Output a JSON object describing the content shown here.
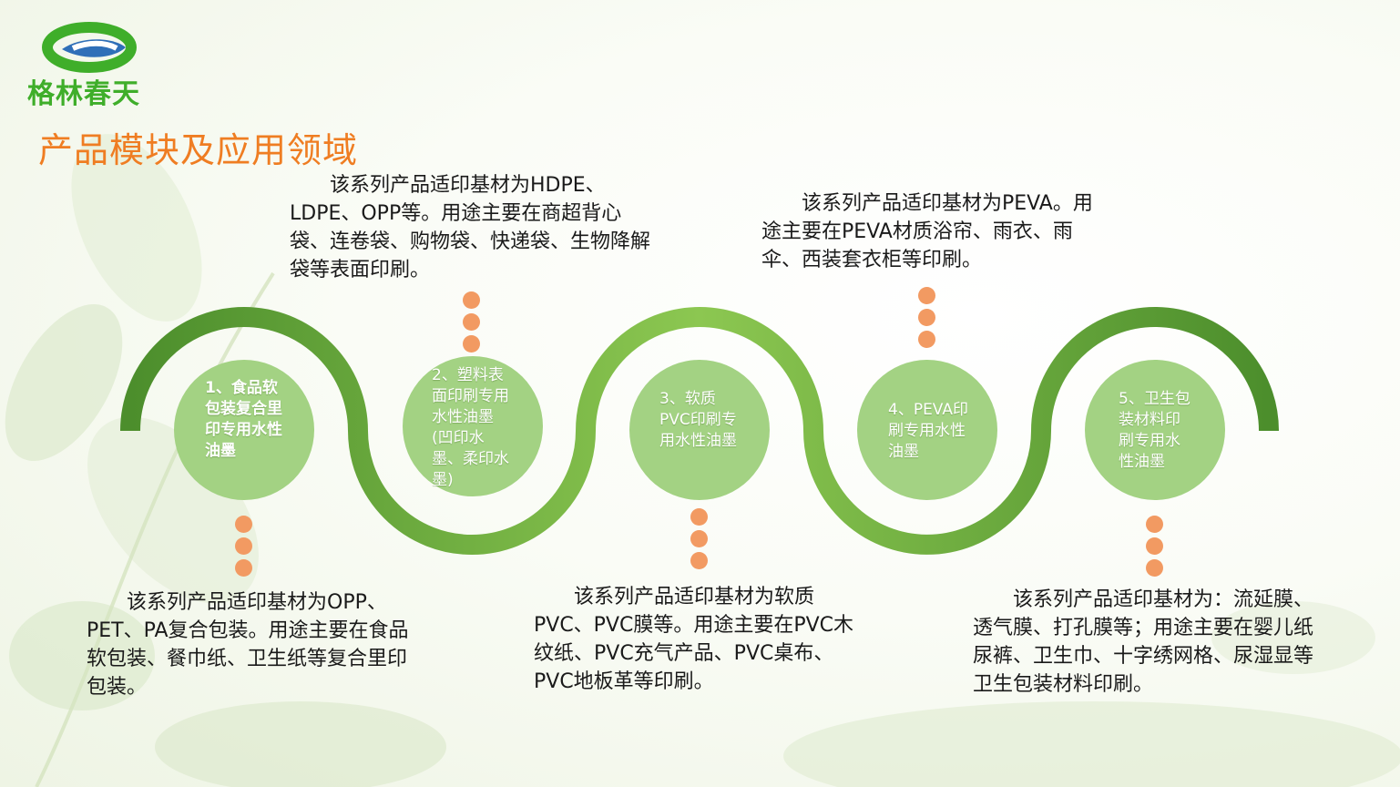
{
  "brand": {
    "name": "格林春天"
  },
  "page": {
    "title": "产品模块及应用领域"
  },
  "colors": {
    "wave_dark": "#4c8e2c",
    "wave_light": "#8cc751",
    "circle": "#a3d283",
    "dot": "#f29a62",
    "title": "#ef7d22",
    "logo_green": "#3fae2a",
    "logo_blue": "#2f6fb8"
  },
  "modules": [
    {
      "label": "1、食品软包装复合里印专用水性油墨",
      "description": "该系列产品适印基材为OPP、PET、PA复合包装。用途主要在食品软包装、餐巾纸、卫生纸等复合里印包装。"
    },
    {
      "label": "2、塑料表面印刷专用水性油墨(凹印水墨、柔印水墨)",
      "description": "该系列产品适印基材为HDPE、LDPE、OPP等。用途主要在商超背心袋、连卷袋、购物袋、快递袋、生物降解袋等表面印刷。"
    },
    {
      "label": "3、软质PVC印刷专用水性油墨",
      "description": "该系列产品适印基材为软质PVC、PVC膜等。用途主要在PVC木纹纸、PVC充气产品、PVC桌布、PVC地板革等印刷。"
    },
    {
      "label": "4、PEVA印刷专用水性油墨",
      "description": "该系列产品适印基材为PEVA。用途主要在PEVA材质浴帘、雨衣、雨伞、西装套衣柜等印刷。"
    },
    {
      "label": "5、卫生包装材料印刷专用水性油墨",
      "description": "该系列产品适印基材为：流延膜、透气膜、打孔膜等；用途主要在婴儿纸尿裤、卫生巾、十字绣网格、尿湿显等卫生包装材料印刷。"
    }
  ]
}
